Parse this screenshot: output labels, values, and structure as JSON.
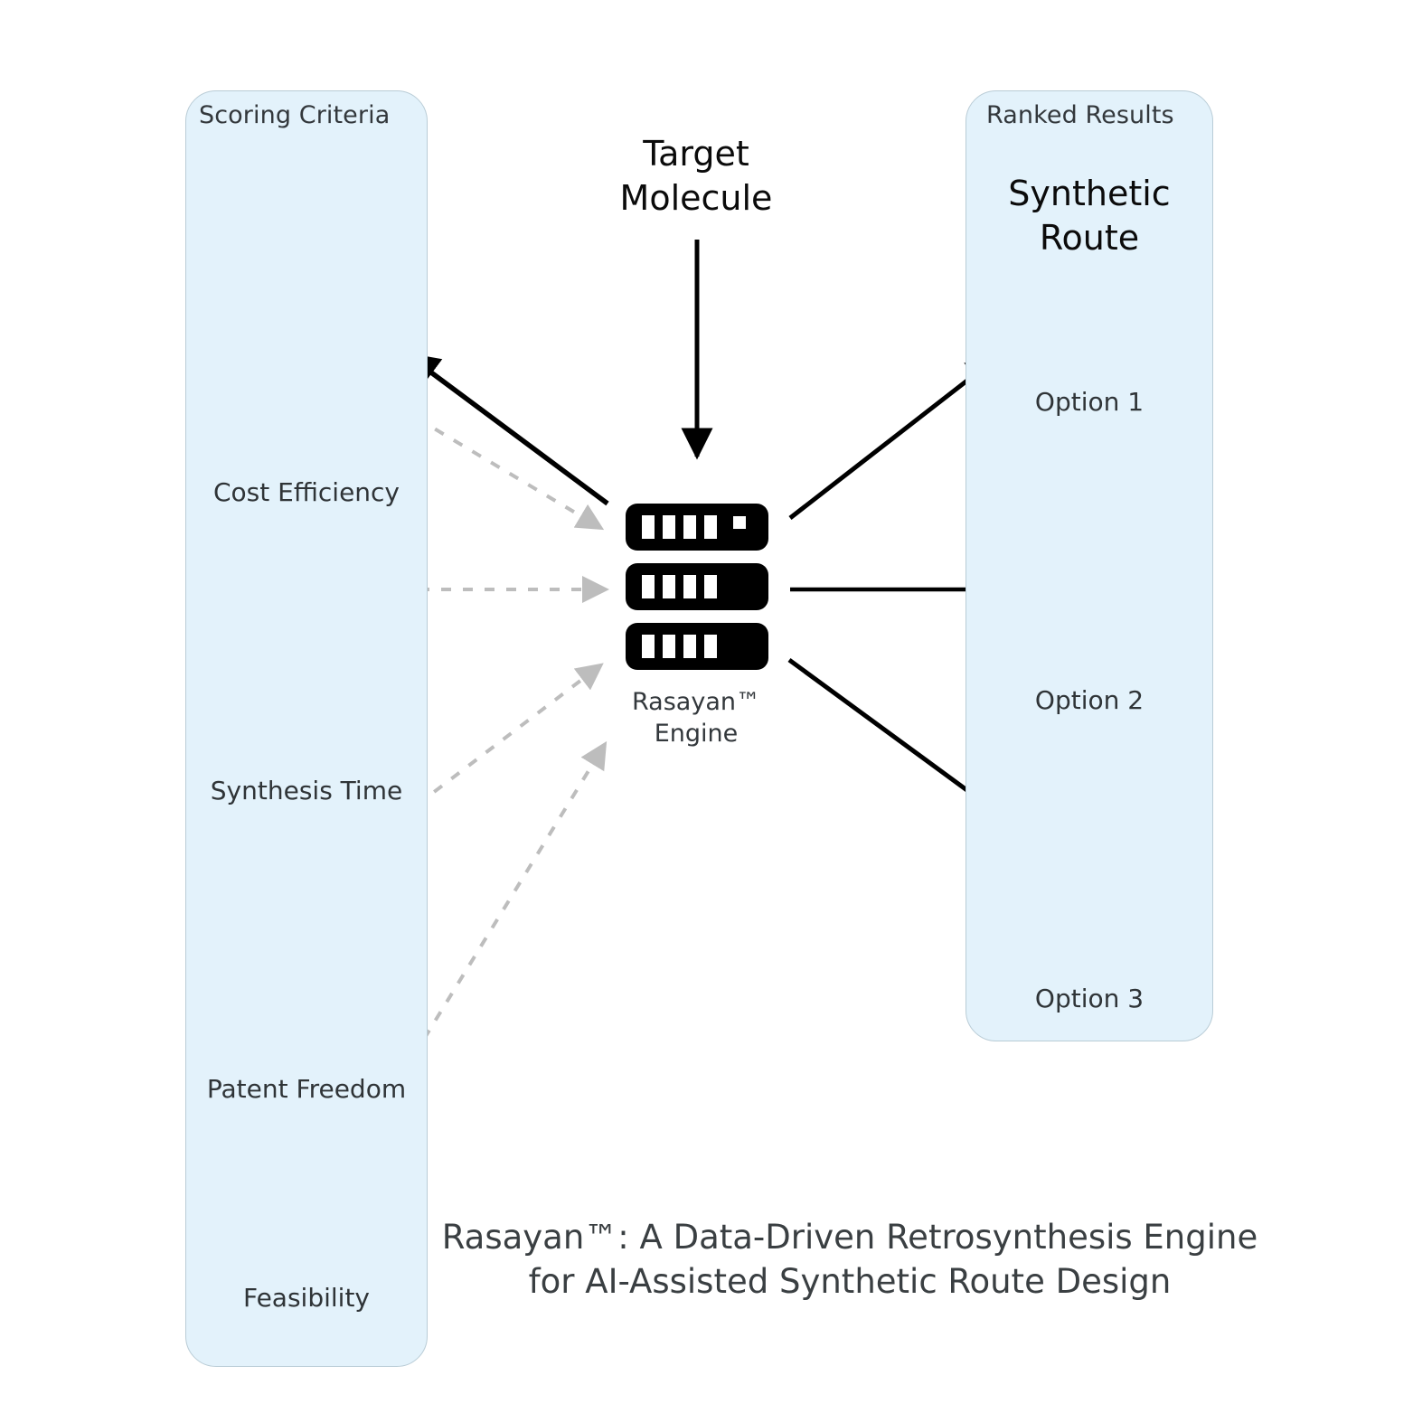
{
  "figure": {
    "caption_line1": "Rasayan™: A Data-Driven Retrosynthesis Engine",
    "caption_line2": "for AI-Assisted Synthetic Route Design",
    "background": "#ffffff"
  },
  "panels": {
    "left": {
      "title": "Scoring Criteria",
      "fill": "#e3f2fb",
      "border": "#b9ccd6",
      "items": [
        {
          "label": "Cost Efficiency"
        },
        {
          "label": "Synthesis Time"
        },
        {
          "label": "Patent Freedom"
        },
        {
          "label": "Feasibility"
        }
      ]
    },
    "right": {
      "title": "Ranked Results",
      "heading": "Synthetic Route",
      "fill": "#e3f2fb",
      "border": "#b9ccd6",
      "items": [
        {
          "label": "Option 1"
        },
        {
          "label": "Option 2"
        },
        {
          "label": "Option 3"
        }
      ]
    }
  },
  "center": {
    "input_label_line1": "Target",
    "input_label_line2": "Molecule",
    "engine_label_line1": "Rasayan™",
    "engine_label_line2": "Engine",
    "icon": "server-rack-icon",
    "icon_color": "#000000"
  },
  "connections": {
    "input_arrow": {
      "from": "target-molecule",
      "to": "rasayan-engine",
      "style": "solid",
      "color": "#000000"
    },
    "criteria_to_engine": [
      {
        "from": "Cost Efficiency",
        "to": "rasayan-engine",
        "style": "dashed",
        "color": "#b5b5b5"
      },
      {
        "from": "Synthesis Time",
        "to": "rasayan-engine",
        "style": "dashed",
        "color": "#b5b5b5"
      },
      {
        "from": "Patent Freedom",
        "to": "rasayan-engine",
        "style": "dashed",
        "color": "#b5b5b5"
      },
      {
        "from": "Feasibility",
        "to": "rasayan-engine",
        "style": "dashed",
        "color": "#b5b5b5"
      }
    ],
    "engine_to_criteria": [
      {
        "from": "rasayan-engine",
        "to": "Cost Efficiency",
        "style": "solid",
        "color": "#000000"
      }
    ],
    "engine_to_results": [
      {
        "from": "rasayan-engine",
        "to": "Option 1",
        "style": "solid",
        "color": "#000000"
      },
      {
        "from": "rasayan-engine",
        "to": "Option 2",
        "style": "solid",
        "color": "#000000"
      },
      {
        "from": "rasayan-engine",
        "to": "Option 3",
        "style": "solid",
        "color": "#000000"
      }
    ]
  }
}
